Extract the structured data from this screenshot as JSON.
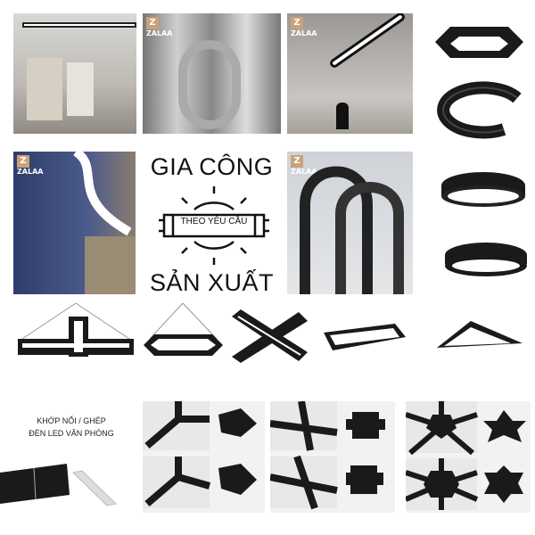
{
  "brand": {
    "logo_text": "ZALAA"
  },
  "center_panel": {
    "heading_top": "GIA CÔNG",
    "badge_text": "THEO YÊU CẦU",
    "heading_bottom": "SẢN XUẤT"
  },
  "joint_section": {
    "line1": "KHỚP NỐI / GHÉP",
    "line2": "ĐÈN LED VĂN PHÒNG"
  },
  "colors": {
    "fixture": "#1a1a1a",
    "light": "#ffffff",
    "logo": "#c9a27a",
    "wall_blue": "#3b4a7a"
  },
  "products": [
    "hexagon-ring-light",
    "spiral-ring-light",
    "round-ring-light",
    "halo-ring-light",
    "y-pendant-light",
    "hexagon-pendant-light",
    "cross-pendant-light",
    "rectangle-panel-light",
    "triangle-panel-light"
  ]
}
